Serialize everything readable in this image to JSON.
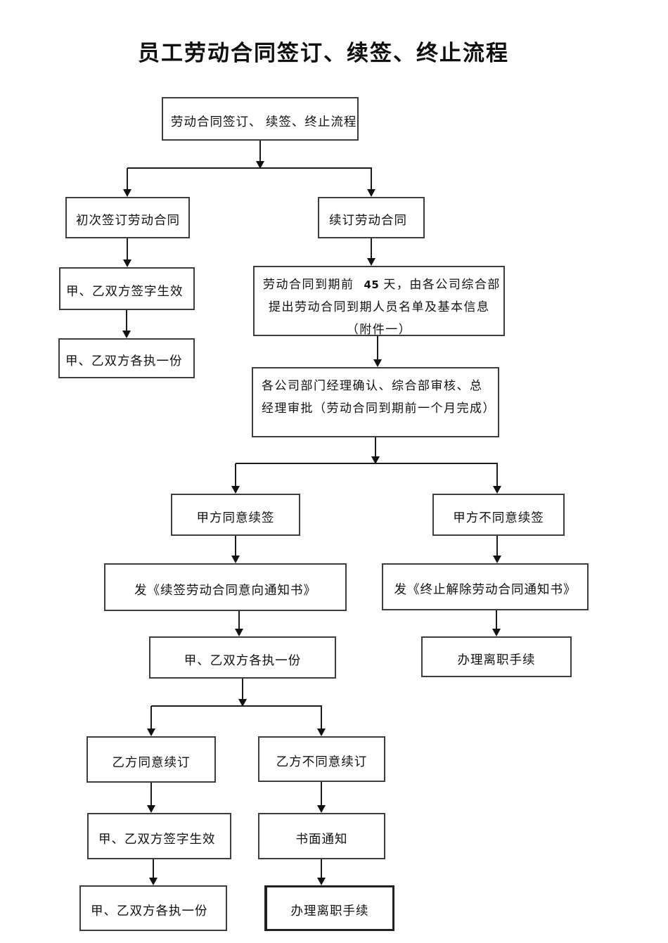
{
  "page": {
    "title": "员工劳动合同签订、续签、终止流程"
  },
  "nodes": {
    "root": {
      "text": "劳动合同签订、 续签、终止流程"
    },
    "first_sign": {
      "text": "初次签订劳动合同"
    },
    "renew": {
      "text": "续订劳动合同"
    },
    "sign_effective_1": {
      "text": "甲、乙双方签字生效"
    },
    "each_copy_1": {
      "text": "甲、乙双方各执一份"
    },
    "notice45": {
      "line1_a": "劳动合同到期前",
      "line1_num": "45",
      "line1_b": "天，由各公司综合部",
      "line2": "提出劳动合同到期人员名单及基本信息",
      "line3": "（附件一）"
    },
    "approve": {
      "line1": "各公司部门经理确认、综合部审核、总",
      "line2": "经理审批（劳动合同到期前一个月完成）"
    },
    "a_agree": {
      "text": "甲方同意续签"
    },
    "a_disagree": {
      "text": "甲方不同意续签"
    },
    "send_renew": {
      "text": "发《续签劳动合同意向通知书》"
    },
    "send_terminate": {
      "text": "发《终止解除劳动合同通知书》"
    },
    "each_copy_2": {
      "text": "甲、乙双方各执一份"
    },
    "resign_1": {
      "text": "办理离职手续"
    },
    "b_agree": {
      "text": "乙方同意续订"
    },
    "b_disagree": {
      "text": "乙方不同意续订"
    },
    "sign_effective_2": {
      "text": "甲、乙双方签字生效"
    },
    "written_notice": {
      "text": "书面通知"
    },
    "each_copy_3": {
      "text": "甲、乙双方各执一份"
    },
    "resign_2": {
      "text": "办理离职手续"
    }
  },
  "colors": {
    "line": "#1c1c1c",
    "box_border": "#3d3d3d",
    "text": "#101010",
    "background": "#ffffff"
  }
}
